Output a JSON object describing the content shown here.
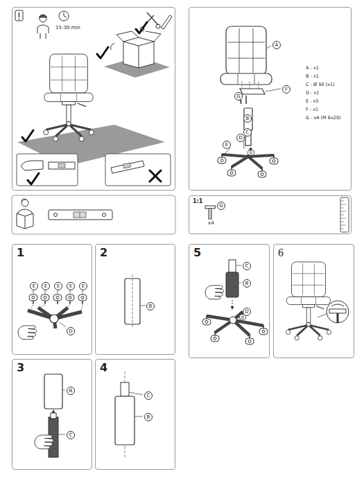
{
  "diagram": {
    "nodes": [
      {
        "text": [
          "15-30 min"
        ]
      },
      {
        "text": [
          "A - x1",
          "B - x1",
          "C - Ø 50 (x1)",
          "D - x1",
          "E - x5",
          "F - x1",
          "G - x4 (M 6x20)"
        ]
      },
      {
        "text": [
          "A"
        ],
        "in": 1
      },
      {
        "text": [
          "F"
        ],
        "in": 1
      },
      {
        "text": [
          "G"
        ],
        "in": 1
      },
      {
        "text": [
          "B"
        ],
        "in": 1
      },
      {
        "text": [
          "C"
        ],
        "in": 1
      },
      {
        "text": [
          "D"
        ],
        "in": 1
      },
      {
        "text": [
          "E"
        ],
        "in": 1
      },
      {
        "text": [
          "1:1",
          "x4"
        ]
      },
      {
        "text": [
          "G"
        ],
        "in": 9
      },
      {
        "text": [
          "1"
        ]
      },
      {
        "text": [
          "E"
        ],
        "in": 11
      },
      {
        "text": [
          "E"
        ],
        "in": 11
      },
      {
        "text": [
          "E"
        ],
        "in": 11
      },
      {
        "text": [
          "E"
        ],
        "in": 11
      },
      {
        "text": [
          "E"
        ],
        "in": 11
      },
      {
        "text": [
          "D"
        ],
        "in": 11
      },
      {
        "text": [
          "2"
        ]
      },
      {
        "text": [
          "B"
        ],
        "in": 18
      },
      {
        "text": [
          "3"
        ]
      },
      {
        "text": [
          "B"
        ],
        "in": 20
      },
      {
        "text": [
          "C"
        ],
        "in": 20
      },
      {
        "text": [
          "4"
        ]
      },
      {
        "text": [
          "C"
        ],
        "in": 23
      },
      {
        "text": [
          "B"
        ],
        "in": 23
      },
      {
        "text": [
          "5"
        ]
      },
      {
        "text": [
          "C"
        ],
        "in": 26
      },
      {
        "text": [
          "B"
        ],
        "in": 26
      },
      {
        "text": [
          "D"
        ],
        "in": 26
      },
      {
        "text": [
          "6"
        ]
      }
    ]
  }
}
